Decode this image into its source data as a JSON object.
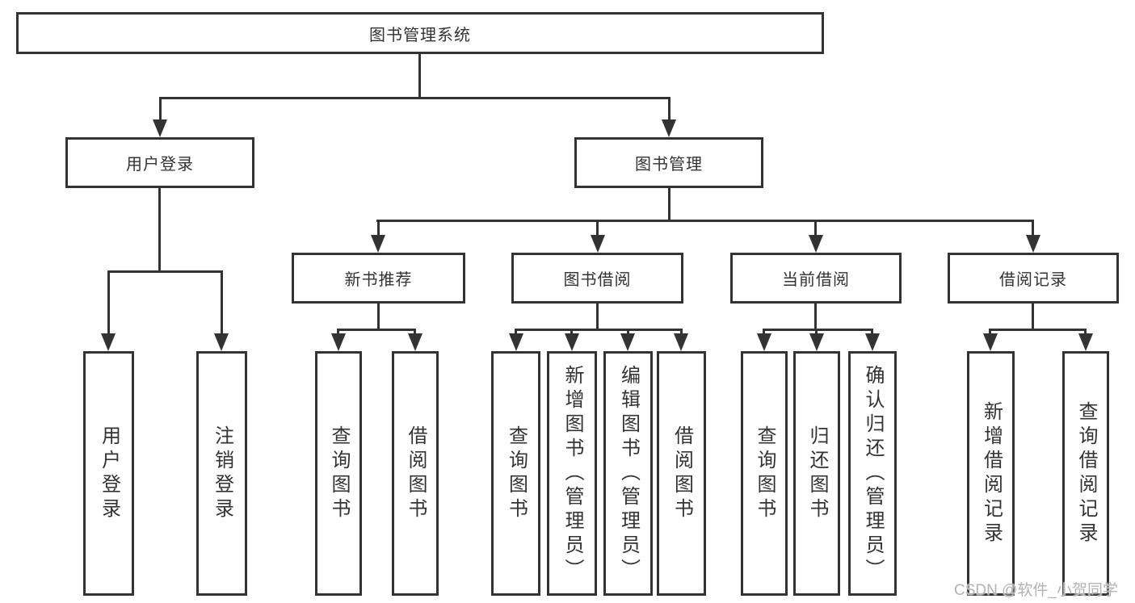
{
  "diagram": {
    "title": "图书管理系统",
    "root": {
      "label": "图书管理系统"
    },
    "branches": [
      {
        "label": "用户登录"
      },
      {
        "label": "图书管理"
      }
    ],
    "sections": [
      {
        "label": "新书推荐"
      },
      {
        "label": "图书借阅"
      },
      {
        "label": "当前借阅"
      },
      {
        "label": "借阅记录"
      }
    ],
    "leaves": [
      {
        "label": "用户登录"
      },
      {
        "label": "注销登录"
      },
      {
        "label": "查询图书"
      },
      {
        "label": "借阅图书"
      },
      {
        "label": "查询图书"
      },
      {
        "label": "新增图书（管理员）"
      },
      {
        "label": "编辑图书（管理员）"
      },
      {
        "label": "借阅图书"
      },
      {
        "label": "查询图书"
      },
      {
        "label": "归还图书"
      },
      {
        "label": "确认归还（管理员）"
      },
      {
        "label": "新增借阅记录"
      },
      {
        "label": "查询借阅记录"
      }
    ]
  },
  "watermark": {
    "text": "CSDN @软件_小贺同学"
  },
  "colors": {
    "line": "#333333",
    "text": "#333333",
    "background": "#ffffff",
    "watermark": "#b3b3b3"
  }
}
